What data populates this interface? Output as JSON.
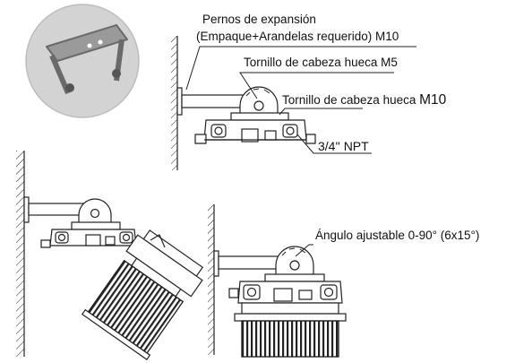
{
  "colors": {
    "line": "#222222",
    "fill": "#ffffff",
    "panel_fill": "#d3d3d3",
    "panel_border": "#bdbdbd",
    "bracket_gray": "#7a7a7a"
  },
  "labels": {
    "expansion_bolts_line1": "Pernos de expansión",
    "expansion_bolts_line2": "(Empaque+Arandelas requerido) M10",
    "socket_screw_m5": "Tornillo de cabeza hueca M5",
    "socket_screw_m10_text": "Tornillo de cabeza hueca ",
    "socket_screw_m10_size": "M10",
    "npt": "3/4'' NPT",
    "adjustable_angle": "Ángulo ajustable 0-90° (6x15°)"
  },
  "icons": {
    "bracket_photo": "u-bracket-icon"
  }
}
